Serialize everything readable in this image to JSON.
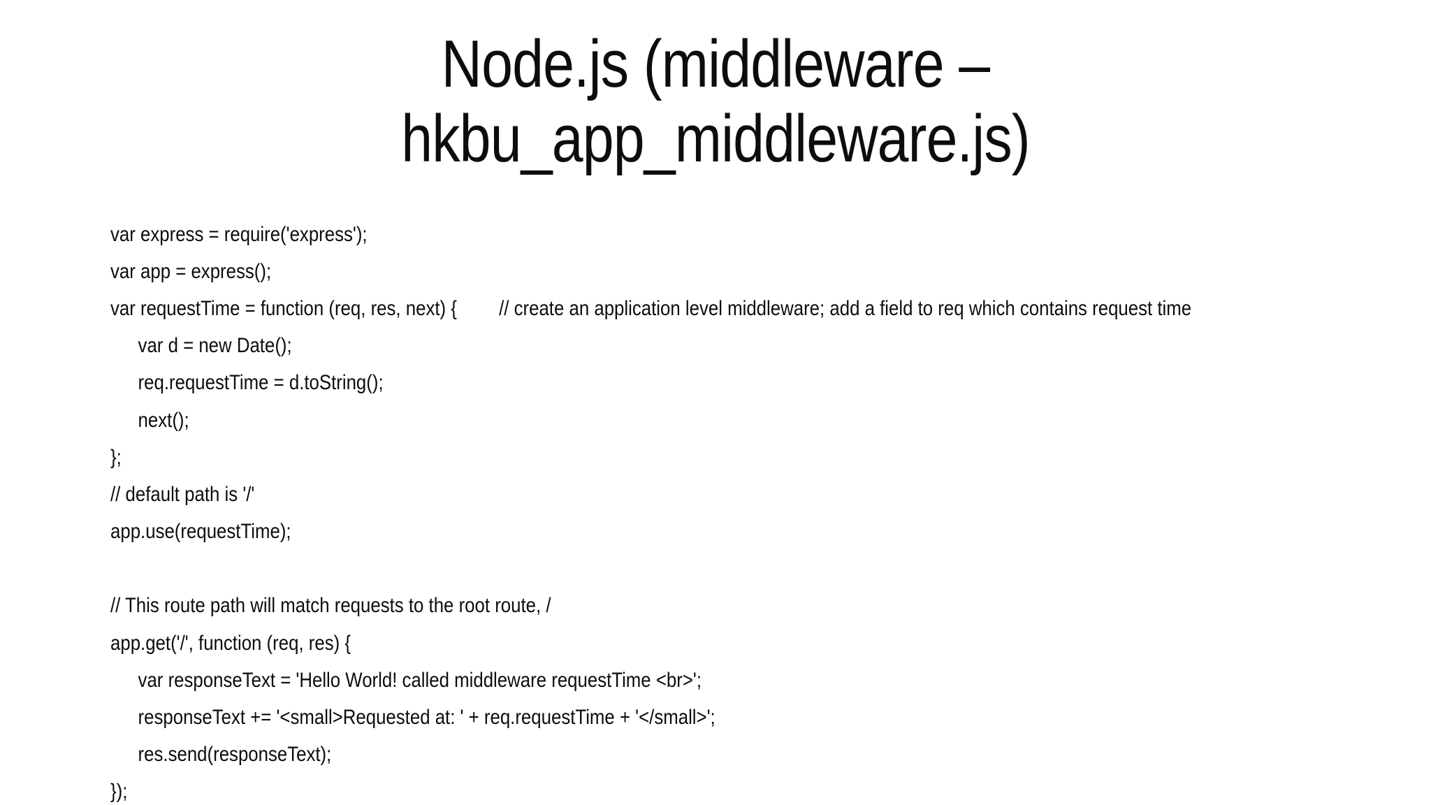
{
  "slide": {
    "title_line1": "Node.js (middleware –",
    "title_line2": "hkbu_app_middleware.js)",
    "background_color": "#ffffff",
    "text_color": "#0d0d0d"
  },
  "code": {
    "lines": [
      {
        "text": "var express = require('express');",
        "indent": 0
      },
      {
        "text": "var app = express();",
        "indent": 0
      },
      {
        "text": "var requestTime = function (req, res, next) {",
        "indent": 0,
        "comment": "// create an application level middleware; add a field to req which contains request time"
      },
      {
        "text": "var d = new Date();",
        "indent": 1
      },
      {
        "text": "req.requestTime = d.toString();",
        "indent": 1
      },
      {
        "text": "next();",
        "indent": 1
      },
      {
        "text": "};",
        "indent": 0
      },
      {
        "text": "// default path is '/'",
        "indent": 0
      },
      {
        "text": "app.use(requestTime);",
        "indent": 0
      },
      {
        "text": "",
        "indent": 0
      },
      {
        "text": "// This route path will match requests to the root route, /",
        "indent": 0
      },
      {
        "text": "app.get('/', function (req, res) {",
        "indent": 0
      },
      {
        "text": "var responseText = 'Hello World! called middleware requestTime <br>';",
        "indent": 1
      },
      {
        "text": "responseText += '<small>Requested at: ' + req.requestTime + '</small>';",
        "indent": 1
      },
      {
        "text": "res.send(responseText);",
        "indent": 1
      },
      {
        "text": "});",
        "indent": 0
      }
    ]
  }
}
